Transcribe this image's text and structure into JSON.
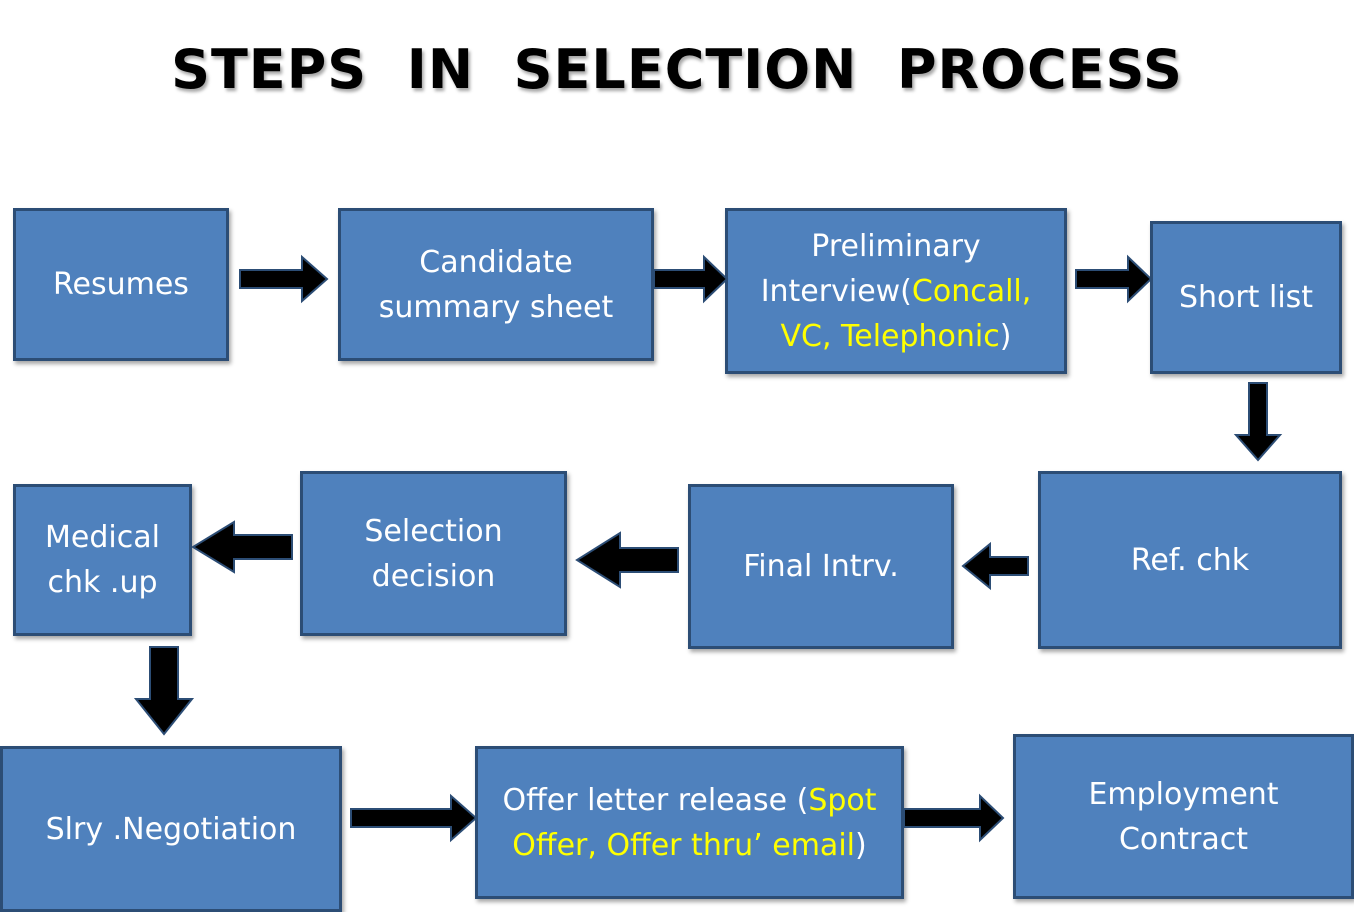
{
  "title": "STEPS  IN  SELECTION  PROCESS",
  "steps": {
    "resumes": "Resumes",
    "candidate_l1": "Candidate",
    "candidate_l2": "summary sheet",
    "prelim_l1": "Preliminary",
    "prelim_l2a": "Interview(",
    "prelim_l2b": "Concall,",
    "prelim_l3a": "VC, Telephonic",
    "prelim_l3b": ")",
    "shortlist": "Short list",
    "refchk": "Ref. chk",
    "final": "Final Intrv.",
    "selection_l1": "Selection",
    "selection_l2": "decision",
    "medical_l1": "Medical",
    "medical_l2": "chk .up",
    "salary": "Slry .Negotiation",
    "offer_l1a": "Offer letter release  (",
    "offer_l1b": "Spot",
    "offer_l2a": "Offer, Offer thru’  email",
    "offer_l2b": ")",
    "employment_l1": "Employment",
    "employment_l2": "Contract"
  },
  "colors": {
    "box_fill": "#4f81bd",
    "box_border": "#2c4d75",
    "highlight_text": "#ffff00",
    "arrow": "#000000"
  }
}
